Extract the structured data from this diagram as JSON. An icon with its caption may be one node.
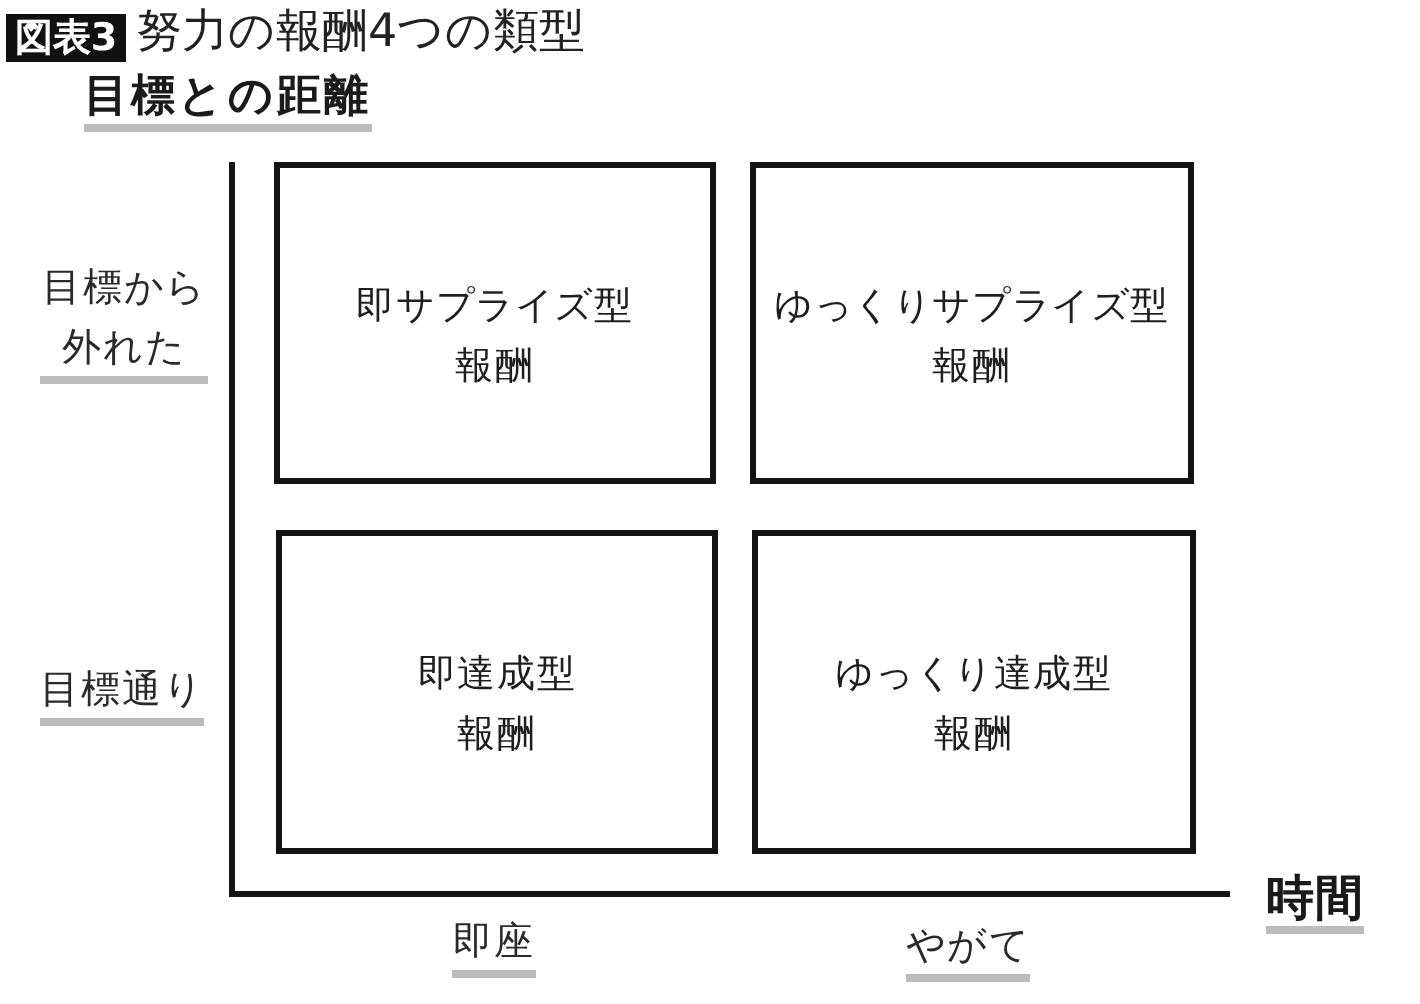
{
  "diagram": {
    "title": "努力の報酬4つの類型",
    "nodes": [
      {
        "text": [
          "即サプライズ型報酬"
        ]
      },
      {
        "text": [
          "ゆっくりサプライズ型報酬"
        ]
      },
      {
        "text": [
          "即達成型報酬"
        ]
      },
      {
        "text": [
          "ゆっくり達成型報酬"
        ]
      }
    ],
    "labels": [
      "図表3",
      "目標との距離",
      "目標から外れた",
      "目標通り",
      "時間",
      "即座",
      "やがて"
    ]
  }
}
